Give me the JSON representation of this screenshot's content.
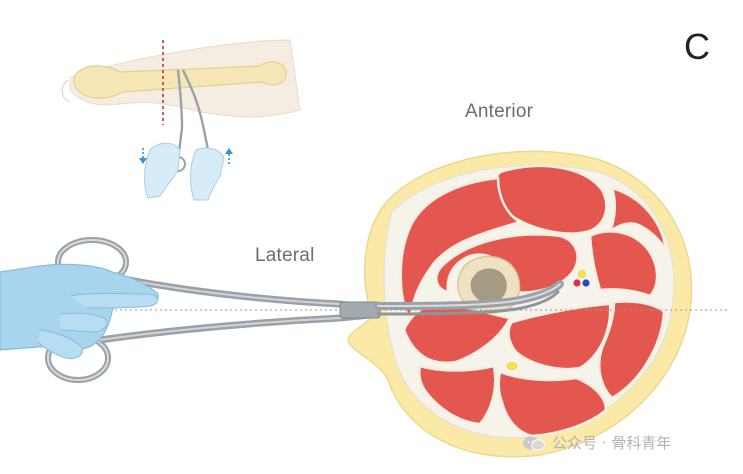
{
  "panel_letter": "C",
  "labels": {
    "anterior": "Anterior",
    "lateral": "Lateral"
  },
  "watermark": {
    "text": "公众号 · 骨科青年"
  },
  "colors": {
    "muscle": "#e4574f",
    "fat": "#fbe9a8",
    "fascia": "#f6f3ea",
    "bone_cortex": "#eee2c3",
    "marrow": "#a59a82",
    "instrument": "#9aa2a8",
    "glove": "#a9d4ee",
    "vessel_red": "#e0323a",
    "vessel_blue": "#2a49b8",
    "nerve_yellow": "#f4e54a",
    "guide_line": "#c0392b"
  }
}
